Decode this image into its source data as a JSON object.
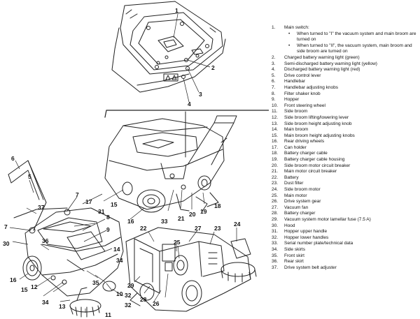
{
  "diagram": {
    "callouts": [
      "1",
      "2",
      "3",
      "4",
      "5",
      "6",
      "7",
      "7",
      "8",
      "9",
      "10",
      "11",
      "12",
      "13",
      "14",
      "15",
      "15",
      "16",
      "16",
      "17",
      "18",
      "19",
      "20",
      "21",
      "22",
      "23",
      "24",
      "25",
      "26",
      "27",
      "28",
      "29",
      "30",
      "31",
      "32",
      "32",
      "33",
      "34",
      "34",
      "35",
      "36",
      "37"
    ]
  },
  "legend": {
    "items": [
      {
        "num": "1.",
        "text": "Main switch:",
        "sub": [
          "When turned to \"I\" the vacuum system and main broom are turned on",
          "When turned to \"II\", the vacuum system, main broom and side broom are turned on"
        ]
      },
      {
        "num": "2.",
        "text": "Charged battery warning light (green)"
      },
      {
        "num": "3.",
        "text": "Semi-discharged battery warning light (yellow)"
      },
      {
        "num": "4.",
        "text": "Discharged battery warning light (red)"
      },
      {
        "num": "5.",
        "text": "Drive control lever"
      },
      {
        "num": "6.",
        "text": "Handlebar"
      },
      {
        "num": "7.",
        "text": "Handlebar adjusting knobs"
      },
      {
        "num": "8.",
        "text": "Filter shaker knob"
      },
      {
        "num": "9.",
        "text": "Hopper"
      },
      {
        "num": "10.",
        "text": "Front steering wheel"
      },
      {
        "num": "11.",
        "text": "Side broom"
      },
      {
        "num": "12.",
        "text": "Side broom lifting/lowering lever"
      },
      {
        "num": "13.",
        "text": "Side broom height adjusting knob"
      },
      {
        "num": "14.",
        "text": "Main broom"
      },
      {
        "num": "15.",
        "text": "Main broom height adjusting knobs"
      },
      {
        "num": "16.",
        "text": "Rear driving wheels"
      },
      {
        "num": "17.",
        "text": "Can holder"
      },
      {
        "num": "18.",
        "text": "Battery charger cable"
      },
      {
        "num": "19.",
        "text": "Battery charger cable housing"
      },
      {
        "num": "20.",
        "text": "Side broom motor circuit breaker"
      },
      {
        "num": "21.",
        "text": "Main motor circuit breaker"
      },
      {
        "num": "22.",
        "text": "Battery"
      },
      {
        "num": "23.",
        "text": "Dust filter"
      },
      {
        "num": "24.",
        "text": "Side broom motor"
      },
      {
        "num": "25.",
        "text": "Main motor"
      },
      {
        "num": "26.",
        "text": "Drive system gear"
      },
      {
        "num": "27.",
        "text": "Vacuum fan"
      },
      {
        "num": "28.",
        "text": "Battery charger"
      },
      {
        "num": "29.",
        "text": "Vacuum system motor lamellar fuse (7.5 A)"
      },
      {
        "num": "30.",
        "text": "Hood"
      },
      {
        "num": "31.",
        "text": "Hopper upper handle"
      },
      {
        "num": "32.",
        "text": "Hopper lower handles"
      },
      {
        "num": "33.",
        "text": "Serial number plate/technical data"
      },
      {
        "num": "34.",
        "text": "Side skirts"
      },
      {
        "num": "35.",
        "text": "Front skirt"
      },
      {
        "num": "36.",
        "text": "Rear skirt"
      },
      {
        "num": "37.",
        "text": "Drive system belt adjuster"
      }
    ]
  }
}
